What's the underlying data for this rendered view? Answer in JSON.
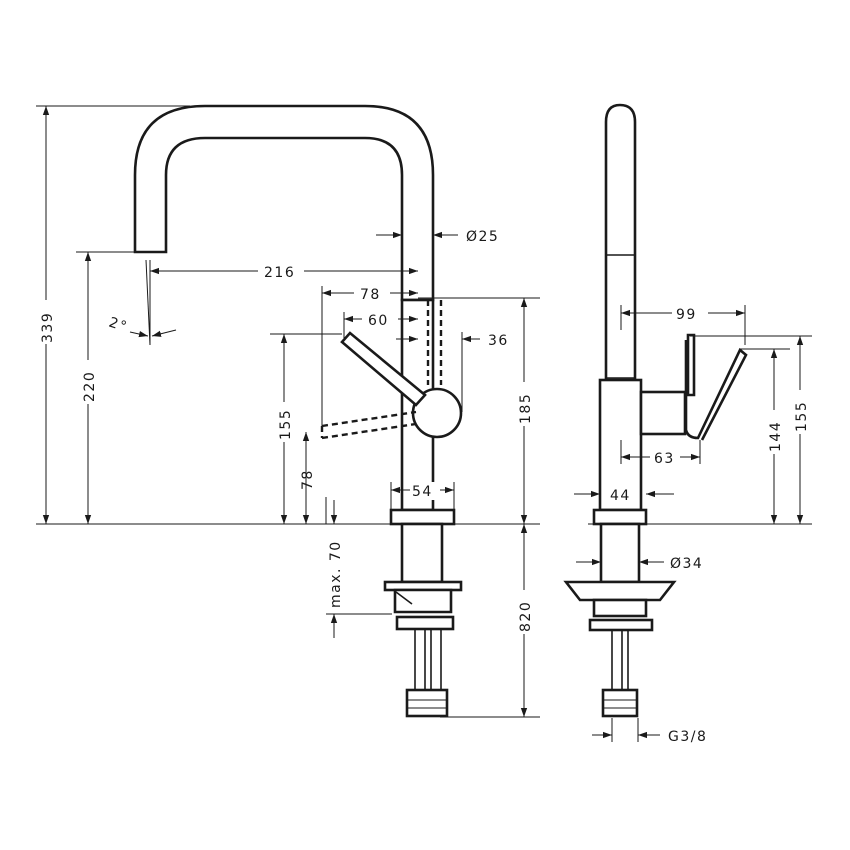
{
  "dimensions": {
    "total_height": "339",
    "spout_height": "220",
    "spout_reach": "216",
    "spout_angle": "2°",
    "spout_diameter": "Ø25",
    "lever_reach_78": "78",
    "lever_reach_60": "60",
    "lever_offset_36": "36",
    "lever_height_155": "155",
    "lever_height_78": "78",
    "body_height_185": "185",
    "base_width_54": "54",
    "counter_max_70": "max. 70",
    "hose_length_820": "820",
    "side_depth_99": "99",
    "side_depth_63": "63",
    "side_width_44": "44",
    "side_height_144": "144",
    "side_height_155": "155",
    "shank_diameter": "Ø34",
    "thread_size": "G3/8"
  }
}
